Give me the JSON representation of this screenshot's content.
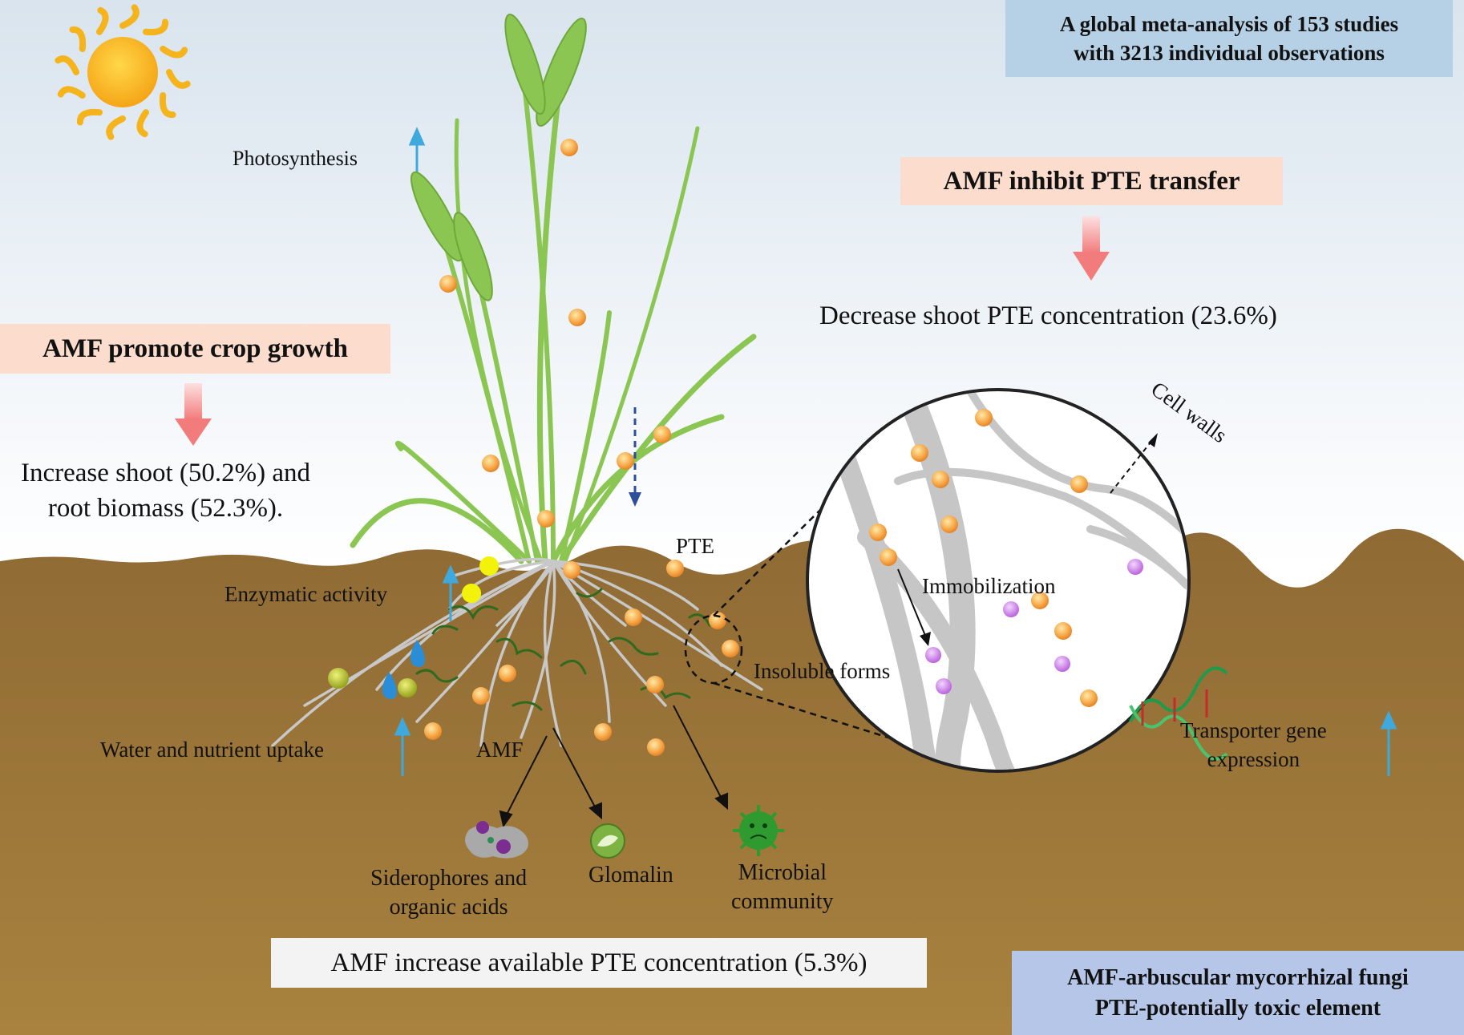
{
  "meta_box": {
    "line1": "A global meta-analysis of 153 studies",
    "line2": "with 3213 individual observations",
    "bg": "#b6d0e6"
  },
  "left_box": {
    "title": "AMF promote crop growth",
    "bg": "#fbdccd"
  },
  "right_box": {
    "title": "AMF inhibit PTE transfer",
    "bg": "#fbdccd"
  },
  "bottom_box": {
    "text": "AMF increase available PTE concentration (5.3%)",
    "bg": "#f3f3f3"
  },
  "legend_box": {
    "line1": "AMF-arbuscular mycorrhizal fungi",
    "line2": "PTE-potentially toxic element",
    "bg": "#b6c6e8"
  },
  "labels": {
    "photosynthesis": "Photosynthesis",
    "increase_line1": "Increase shoot (50.2%) and",
    "increase_line2": "root biomass (52.3%).",
    "decrease": "Decrease shoot PTE concentration (23.6%)",
    "pte": "PTE",
    "enzymatic": "Enzymatic activity",
    "water": "Water and nutrient uptake",
    "amf": "AMF",
    "insoluble": "Insoluble forms",
    "immobilization": "Immobilization",
    "cell_walls": "Cell walls",
    "transporter_line1": "Transporter gene",
    "transporter_line2": "expression",
    "siderophores_line1": "Siderophores and",
    "siderophores_line2": "organic acids",
    "glomalin": "Glomalin",
    "microbial_line1": "Microbial",
    "microbial_line2": "community"
  },
  "icons": [
    "sun-icon",
    "up-arrow-icon",
    "down-arrow-icon",
    "dna-icon",
    "microbe-icon",
    "glomalin-icon",
    "siderophore-icon",
    "water-drop-icon"
  ],
  "colors": {
    "sky_top": "#d9e4ee",
    "sky_bottom": "#ffffff",
    "soil_top": "#8f6a34",
    "soil_bottom": "#a8823e",
    "leaf": "#8cc652",
    "root": "#c8c8c8",
    "pte": "#f7a94a",
    "immobilized": "#c870e6",
    "up_arrow": "#3fa9dd",
    "down_arrow": "#f27b7b"
  }
}
